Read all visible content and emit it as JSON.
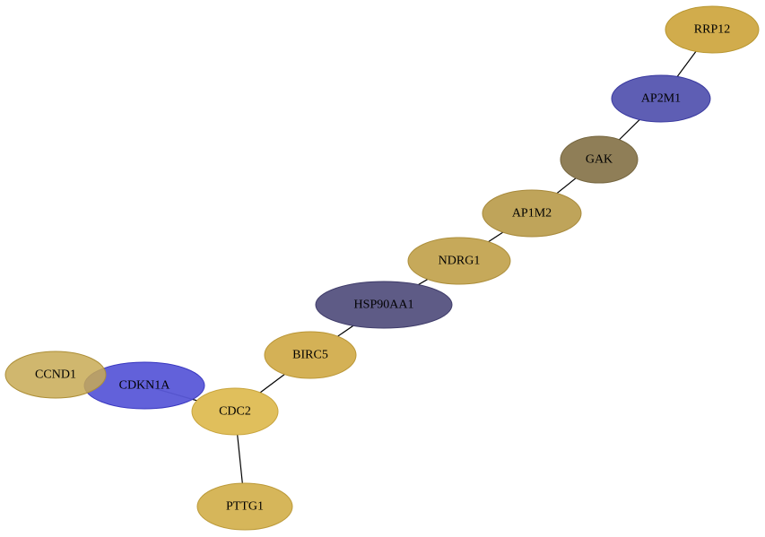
{
  "nodes": [
    {
      "id": "RRP12",
      "label": "RRP12",
      "fill": "#d1ac4c",
      "stroke": "#b8962f"
    },
    {
      "id": "AP2M1",
      "label": "AP2M1",
      "fill": "#5e5eb4",
      "stroke": "#3a3aa0"
    },
    {
      "id": "GAK",
      "label": "GAK",
      "fill": "#8f7e57",
      "stroke": "#75653e"
    },
    {
      "id": "AP1M2",
      "label": "AP1M2",
      "fill": "#bfa45a",
      "stroke": "#a88a3c"
    },
    {
      "id": "NDRG1",
      "label": "NDRG1",
      "fill": "#c6a95a",
      "stroke": "#ad8f3c"
    },
    {
      "id": "HSP90AA1",
      "label": "HSP90AA1",
      "fill": "#5e5b86",
      "stroke": "#3f3c6a"
    },
    {
      "id": "BIRC5",
      "label": "BIRC5",
      "fill": "#d4b156",
      "stroke": "#ba9636"
    },
    {
      "id": "CCND1",
      "label": "CCND1",
      "fill": "#c8aa55",
      "stroke": "#ad8f38"
    },
    {
      "id": "CDKN1A",
      "label": "CDKN1A",
      "fill": "#5a58d8",
      "stroke": "#3a38c0"
    },
    {
      "id": "CDC2",
      "label": "CDC2",
      "fill": "#e0bf5c",
      "stroke": "#c8a43c"
    },
    {
      "id": "PTTG1",
      "label": "PTTG1",
      "fill": "#d6b65a",
      "stroke": "#bc9a3a"
    }
  ],
  "edges": [
    [
      "RRP12",
      "AP2M1"
    ],
    [
      "AP2M1",
      "GAK"
    ],
    [
      "GAK",
      "AP1M2"
    ],
    [
      "AP1M2",
      "NDRG1"
    ],
    [
      "NDRG1",
      "HSP90AA1"
    ],
    [
      "HSP90AA1",
      "BIRC5"
    ],
    [
      "BIRC5",
      "CDC2"
    ],
    [
      "CDC2",
      "CDKN1A"
    ],
    [
      "CDC2",
      "PTTG1"
    ]
  ]
}
